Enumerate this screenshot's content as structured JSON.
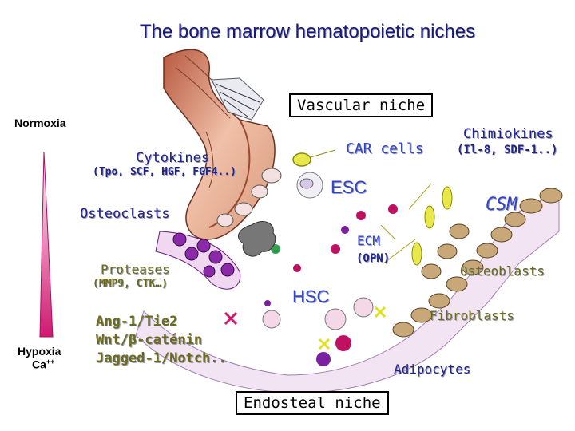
{
  "title": "The bone marrow hematopoietic niches",
  "labels": {
    "vascular_niche": "Vascular niche",
    "normoxia": "Normoxia",
    "hypoxia": "Hypoxia",
    "ca": "Ca",
    "ca_sup": "++",
    "cytokines": "Cytokines",
    "cytokines_list": "(Tpo, SCF, HGF, FGF4..)",
    "car_cells": "CAR cells",
    "chimiokines": "Chimiokines",
    "chimiokines_list": "(Il-8, SDF-1..)",
    "esc": "ESC",
    "csm": "CSM",
    "osteoclasts": "Osteoclasts",
    "ecm": "ECM",
    "opn": "(OPN)",
    "proteases": "Proteases",
    "proteases_list": "(MMP9, CTK…)",
    "osteoblasts": "Osteoblasts",
    "hsc": "HSC",
    "fibroblasts": "Fibroblasts",
    "ang": "Ang-1/Tie2",
    "wnt": "Wnt/β-caténin",
    "jagged": "Jagged-1/Notch..",
    "adipocytes": "Adipocytes",
    "endosteal_niche": "Endosteal niche"
  },
  "colors": {
    "title": "#1a1a7a",
    "label_blue": "#3344cc",
    "label_navy": "#22228a",
    "label_olive": "#6b6b1a",
    "vessel": "#d88a6a",
    "osteoclast": "#8a2aa8",
    "osteoblast": "#c8a878",
    "ecm_cell": "#c01060",
    "gradient_top": "#ffffff",
    "gradient_bottom": "#d01870"
  },
  "icons": [
    "blood-vessel-illustration",
    "car-cell-icon",
    "esc-cell-icon",
    "osteoclast-cluster",
    "osteoblast-lining",
    "hsc-cell-icon",
    "macrophage-icon",
    "oxygen-gradient-triangle"
  ]
}
